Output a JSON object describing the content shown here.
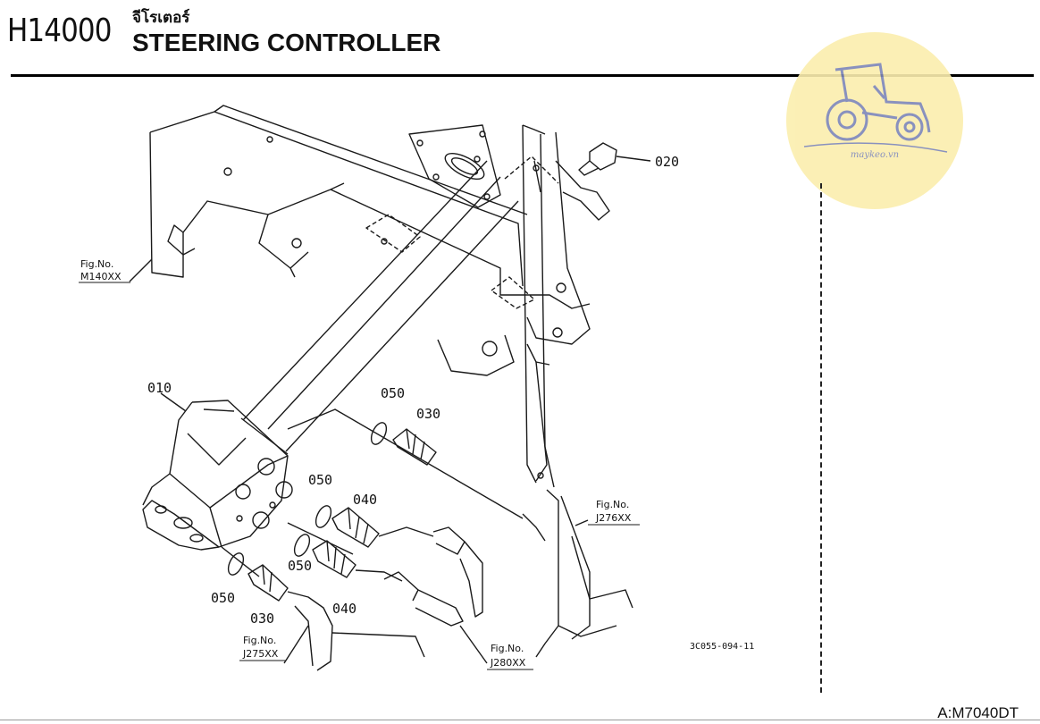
{
  "header": {
    "code": "H14000",
    "thai_title": "จีโรเตอร์",
    "title": "STEERING CONTROLLER"
  },
  "parts": {
    "p010": "010",
    "p020": "020",
    "p030_top": "030",
    "p030_bottom": "030",
    "p040_mid": "040",
    "p040_bottom": "040",
    "p050_top": "050",
    "p050_mid": "050",
    "p050_lower": "050",
    "p050_left": "050"
  },
  "fig_refs": {
    "fig_label": "Fig.No.",
    "m140": "M140XX",
    "j276": "J276XX",
    "j275": "J275XX",
    "j280": "J280XX"
  },
  "drawing_number": "3C055-094-11",
  "model": "A:M7040DT",
  "watermark": {
    "text": "maykeo.vn"
  },
  "colors": {
    "logo_bg": "#fbeeae",
    "logo_ink": "#7d86b8"
  }
}
